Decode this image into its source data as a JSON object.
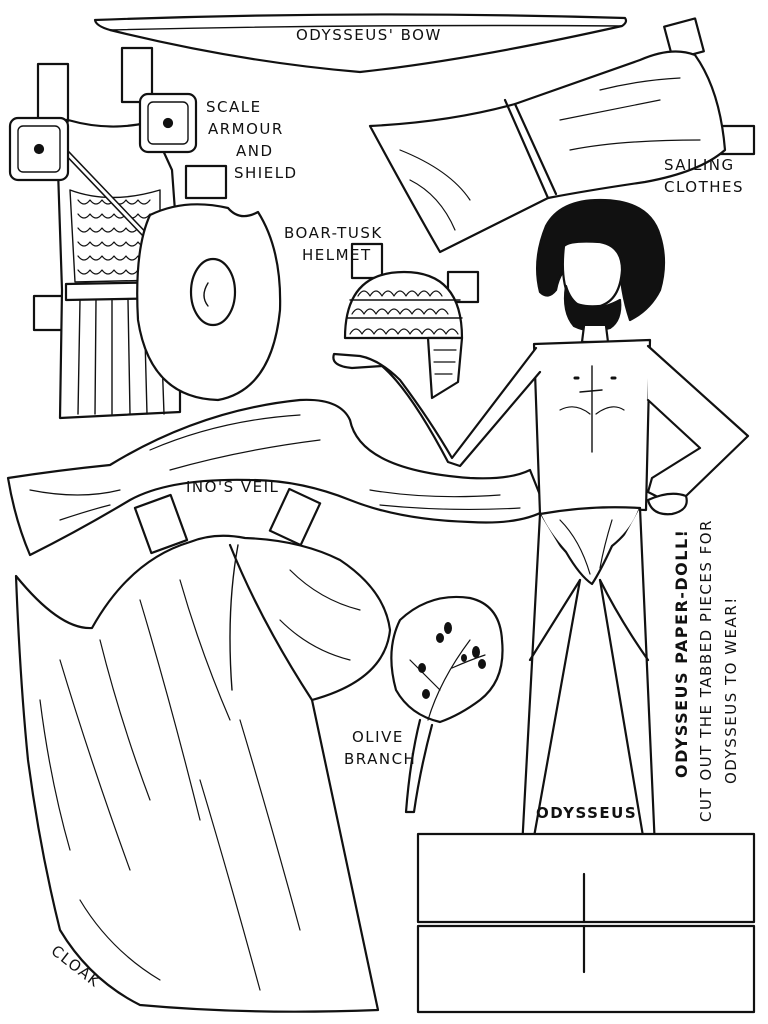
{
  "labels": {
    "bow": "ODYSSEUS' BOW",
    "armour": [
      "SCALE",
      "ARMOUR",
      "AND",
      "SHIELD"
    ],
    "sailing": [
      "SAILING",
      "CLOTHES"
    ],
    "helmet": [
      "BOAR-TUSK",
      "HELMET"
    ],
    "veil": "INO'S VEIL",
    "olive": [
      "OLIVE",
      "BRANCH"
    ],
    "odysseus": "ODYSSEUS",
    "cloak": "CLOAK"
  },
  "title": {
    "heading": "ODYSSEUS PAPER-DOLL!",
    "instruction_line1": "CUT OUT THE TABBED PIECES FOR",
    "instruction_line2": "ODYSSEUS TO WEAR!"
  },
  "colors": {
    "ink": "#111111",
    "paper": "#ffffff"
  }
}
